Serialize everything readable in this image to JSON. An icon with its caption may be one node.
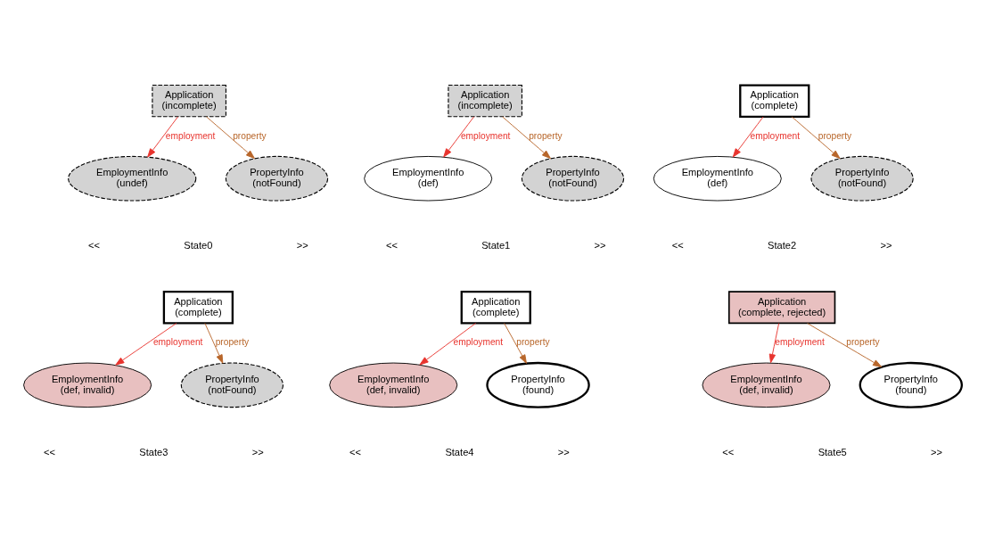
{
  "diagram": {
    "nodes": [
      {
        "text": [
          "Application",
          "(incomplete)"
        ]
      },
      {
        "text": [
          "EmploymentInfo",
          "(undef)"
        ]
      },
      {
        "text": [
          "PropertyInfo",
          "(notFound)"
        ]
      },
      {
        "text": [
          "Application",
          "(incomplete)"
        ]
      },
      {
        "text": [
          "EmploymentInfo",
          "(def)"
        ]
      },
      {
        "text": [
          "PropertyInfo",
          "(notFound)"
        ]
      },
      {
        "text": [
          "Application",
          "(complete)"
        ]
      },
      {
        "text": [
          "EmploymentInfo",
          "(def)"
        ]
      },
      {
        "text": [
          "PropertyInfo",
          "(notFound)"
        ]
      },
      {
        "text": [
          "Application",
          "(complete)"
        ]
      },
      {
        "text": [
          "EmploymentInfo",
          "(def, invalid)"
        ]
      },
      {
        "text": [
          "PropertyInfo",
          "(notFound)"
        ]
      },
      {
        "text": [
          "Application",
          "(complete)"
        ]
      },
      {
        "text": [
          "EmploymentInfo",
          "(def, invalid)"
        ]
      },
      {
        "text": [
          "PropertyInfo",
          "(found)"
        ]
      },
      {
        "text": [
          "Application",
          "(complete, rejected)"
        ]
      },
      {
        "text": [
          "EmploymentInfo",
          "(def, invalid)"
        ]
      },
      {
        "text": [
          "PropertyInfo",
          "(found)"
        ]
      }
    ],
    "edges": [
      {
        "from": 0,
        "to": 1,
        "arrow": "to",
        "label": "employment",
        "color": "#e8342e"
      },
      {
        "from": 0,
        "to": 2,
        "arrow": "to",
        "label": "property",
        "color": "#b8662a"
      },
      {
        "from": 3,
        "to": 4,
        "arrow": "to",
        "label": "employment",
        "color": "#e8342e"
      },
      {
        "from": 3,
        "to": 5,
        "arrow": "to",
        "label": "property",
        "color": "#b8662a"
      },
      {
        "from": 6,
        "to": 7,
        "arrow": "to",
        "label": "employment",
        "color": "#e8342e"
      },
      {
        "from": 6,
        "to": 8,
        "arrow": "to",
        "label": "property",
        "color": "#b8662a"
      },
      {
        "from": 9,
        "to": 10,
        "arrow": "to",
        "label": "employment",
        "color": "#e8342e"
      },
      {
        "from": 9,
        "to": 11,
        "arrow": "to",
        "label": "property",
        "color": "#b8662a"
      },
      {
        "from": 12,
        "to": 13,
        "arrow": "to",
        "label": "employment",
        "color": "#e8342e"
      },
      {
        "from": 12,
        "to": 14,
        "arrow": "to",
        "label": "property",
        "color": "#b8662a"
      },
      {
        "from": 15,
        "to": 16,
        "arrow": "to",
        "label": "employment",
        "color": "#e8342e"
      },
      {
        "from": 15,
        "to": 17,
        "arrow": "to",
        "label": "property",
        "color": "#b8662a"
      }
    ],
    "labels": [
      "<<",
      "State0",
      ">>",
      "<<",
      "State1",
      ">>",
      "<<",
      "State2",
      ">>",
      "<<",
      "State3",
      ">>",
      "<<",
      "State4",
      ">>",
      "<<",
      "State5",
      ">>"
    ]
  }
}
